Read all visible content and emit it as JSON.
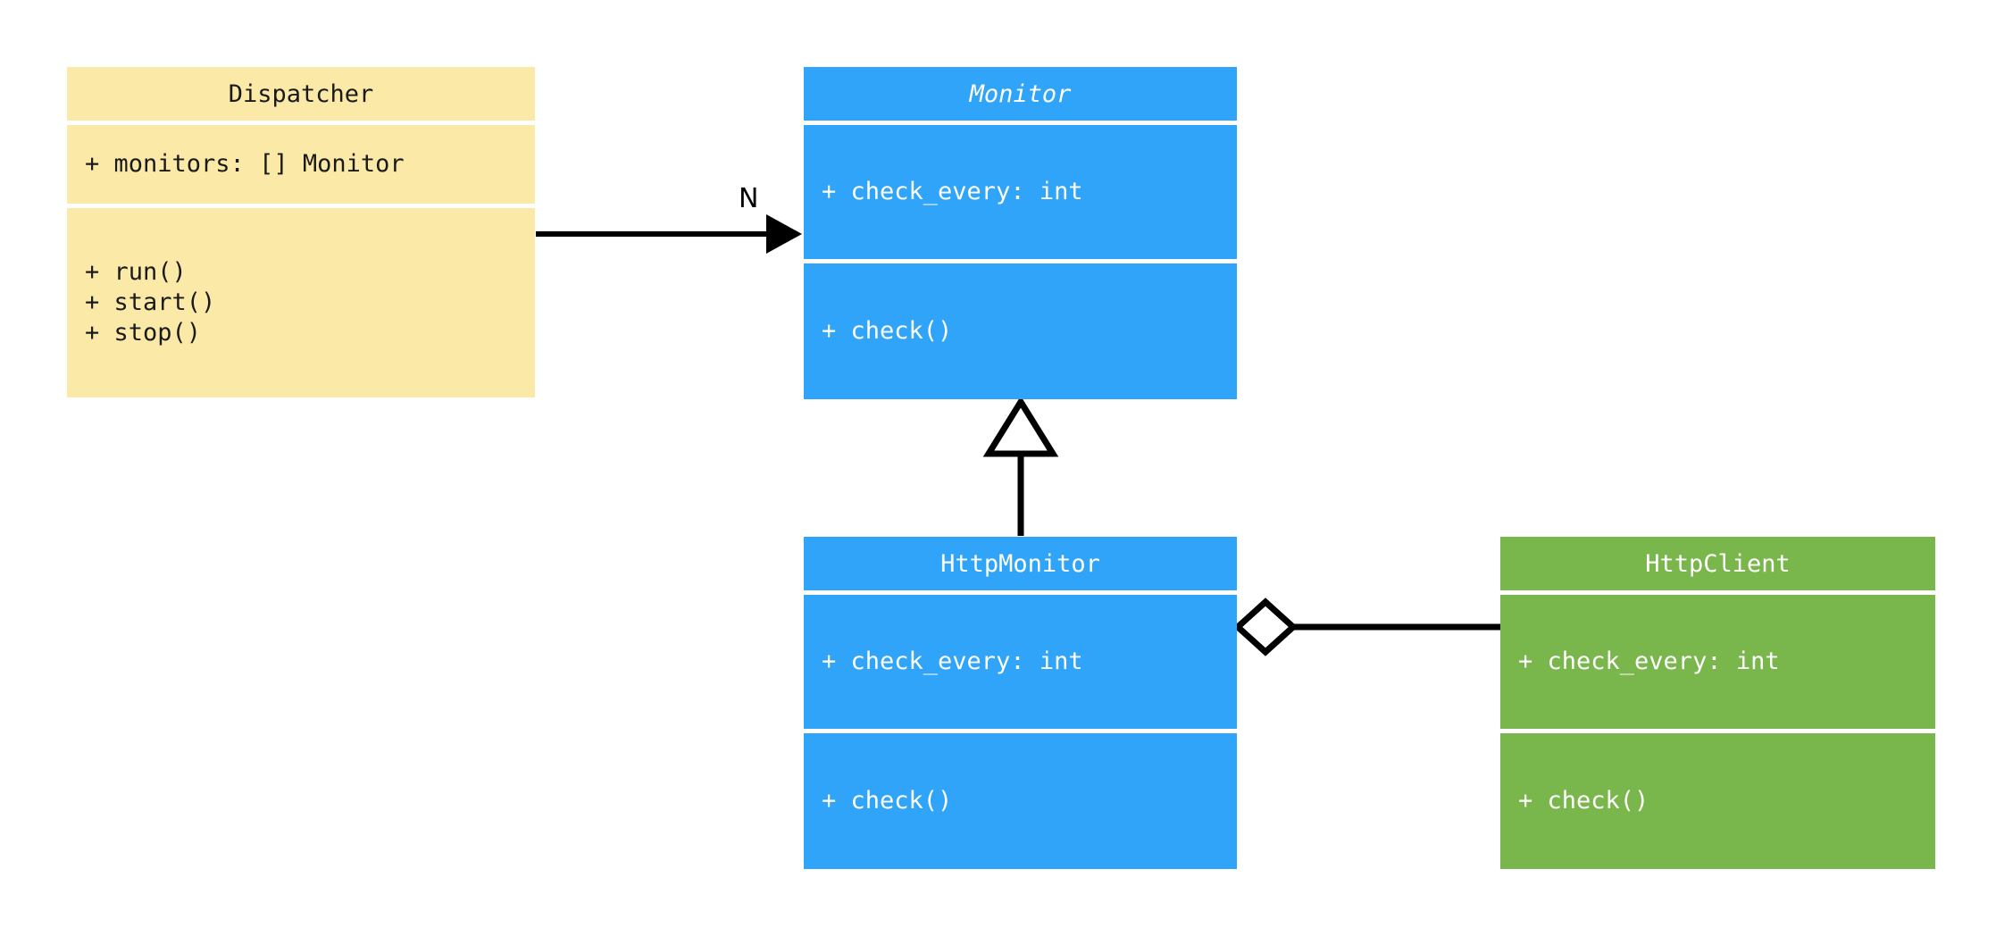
{
  "diagram": {
    "kind": "uml-class-diagram",
    "background": "#ffffff",
    "colors": {
      "dispatcher": "#fbeaa7",
      "monitor": "#2fa4f9",
      "http_monitor": "#2fa4f9",
      "http_client": "#79b64b",
      "line": "#000000",
      "divider": "#ffffff",
      "text_dark": "#1a1a1a",
      "text_light": "#ffffff"
    }
  },
  "classes": {
    "dispatcher": {
      "name": "Dispatcher",
      "abstract": false,
      "attributes": [
        "+ monitors: [] Monitor"
      ],
      "methods": [
        "+ run()",
        "+ start()",
        "+ stop()"
      ]
    },
    "monitor": {
      "name": "Monitor",
      "abstract": true,
      "attributes": [
        "+ check_every: int"
      ],
      "methods": [
        "+ check()"
      ]
    },
    "http_monitor": {
      "name": "HttpMonitor",
      "abstract": false,
      "attributes": [
        "+ check_every: int"
      ],
      "methods": [
        "+ check()"
      ]
    },
    "http_client": {
      "name": "HttpClient",
      "abstract": false,
      "attributes": [
        "+ check_every: int"
      ],
      "methods": [
        "+ check()"
      ]
    }
  },
  "relationships": {
    "dispatcher_to_monitor": {
      "type": "association",
      "from": "Dispatcher",
      "to": "Monitor",
      "multiplicity_label": "N",
      "arrow": "solid-filled"
    },
    "http_monitor_to_monitor": {
      "type": "generalization",
      "from": "HttpMonitor",
      "to": "Monitor",
      "arrow": "hollow-triangle"
    },
    "http_monitor_to_http_client": {
      "type": "aggregation",
      "from": "HttpMonitor",
      "to": "HttpClient",
      "arrow": "hollow-diamond"
    }
  }
}
